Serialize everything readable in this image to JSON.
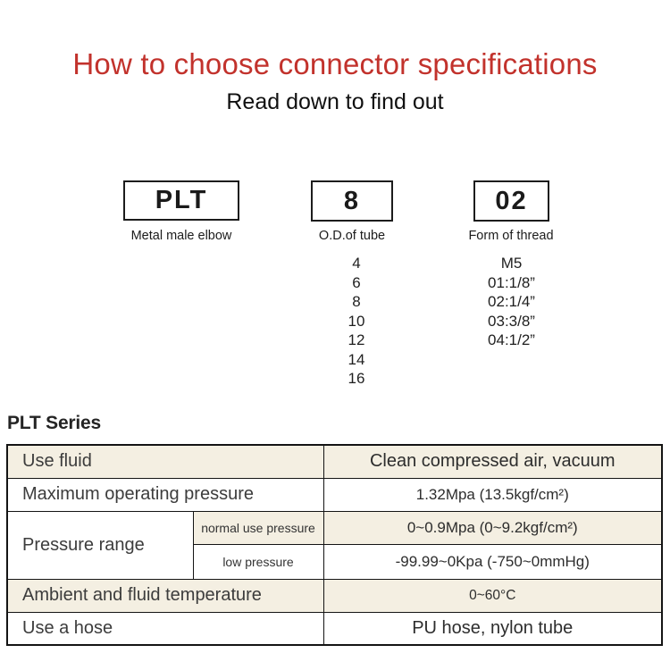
{
  "header": {
    "title": "How to choose connector specifications",
    "subtitle": "Read down to find out"
  },
  "selector": {
    "columns": [
      {
        "code": "PLT",
        "label": "Metal male elbow",
        "options": []
      },
      {
        "code": "8",
        "label": "O.D.of tube",
        "options": [
          "4",
          "6",
          "8",
          "10",
          "12",
          "14",
          "16"
        ]
      },
      {
        "code": "02",
        "label": "Form of thread",
        "options": [
          "M5",
          "01:1/8”",
          "02:1/4”",
          "03:3/8”",
          "04:1/2”"
        ]
      }
    ]
  },
  "series": {
    "heading": "PLT Series"
  },
  "spec_table": {
    "rows": [
      {
        "label": "Use fluid",
        "value": "Clean compressed air, vacuum"
      },
      {
        "label": "Maximum operating pressure",
        "value": "1.32Mpa (13.5kgf/cm²)"
      },
      {
        "label": "Pressure range",
        "sub": [
          {
            "label": "normal use pressure",
            "value": "0~0.9Mpa (0~9.2kgf/cm²)"
          },
          {
            "label": "low pressure",
            "value": "-99.99~0Kpa (-750~0mmHg)"
          }
        ]
      },
      {
        "label": "Ambient and fluid temperature",
        "value": "0~60°C"
      },
      {
        "label": "Use a hose",
        "value": "PU hose, nylon tube"
      }
    ]
  },
  "colors": {
    "accent_red": "#c2322c",
    "row_beige": "#f4efe2",
    "table_border": "#141414"
  }
}
